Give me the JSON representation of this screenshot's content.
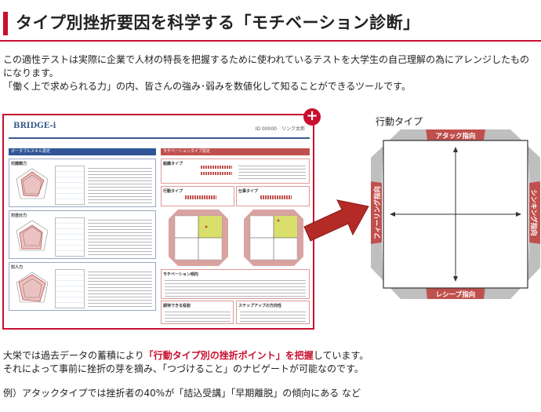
{
  "header": {
    "title": "タイプ別挫折要因を科学する「モチベーション診断」"
  },
  "intro": {
    "line1": "この適性テストは実際に企業で人材の特長を把握するために使われているテストを大学生の自己理解の為にアレンジしたもの",
    "line2": "になります。",
    "line3": "「働く上で求められる力」の内、皆さんの強み･弱みを数値化して知ることができるツールです。"
  },
  "report": {
    "logo": "BRIDGE-i",
    "meta": "ID 00000　リンク太郎",
    "left_section": "ポータブルスキル測定",
    "right_section": "モチベーションタイプ測定",
    "panel1": "対課題力",
    "panel2": "対自分力",
    "panel3": "対人力",
    "panel4": "組織タイプ",
    "panel5": "行動タイプ",
    "panel6": "仕事タイプ",
    "panel7": "モチベーション傾向",
    "panel8": "期待できる役割",
    "panel9": "ステップアップの方向性",
    "plus_icon": "+"
  },
  "diagram": {
    "title": "行動タイプ",
    "top": "アタック指向",
    "bottom": "レシーブ指向",
    "left": "フィーリング指向",
    "right": "シンキング指向",
    "color": "#c0504d"
  },
  "bottom": {
    "line1_pre": "大栄では過去データの蓄積により",
    "line1_hl": "「行動タイプ別の挫折ポイント」を把握",
    "line1_post": "しています。",
    "line2": "それによって事前に挫折の芽を摘み、「つづけること」のナビゲートが可能なのです。",
    "example": "例）アタックタイプでは挫折者の40%が「詰込受講」「早期離脱」の傾向にある など"
  }
}
